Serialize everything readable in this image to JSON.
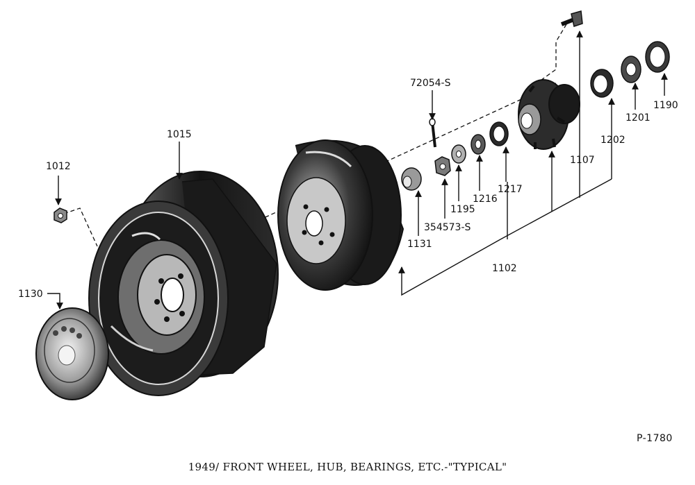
{
  "plate_number": "P-1780",
  "caption": "1949/  FRONT WHEEL, HUB, BEARINGS, ETC.-\"TYPICAL\"",
  "part_labels": {
    "p1012": "1012",
    "p1015": "1015",
    "p1130": "1130",
    "p72054": "72054-S",
    "p1131": "1131",
    "p354573": "354573-S",
    "p1195": "1195",
    "p1216": "1216",
    "p1217": "1217",
    "p1102": "1102",
    "p1107": "1107",
    "p1202": "1202",
    "p1201": "1201",
    "p1190": "1190"
  }
}
